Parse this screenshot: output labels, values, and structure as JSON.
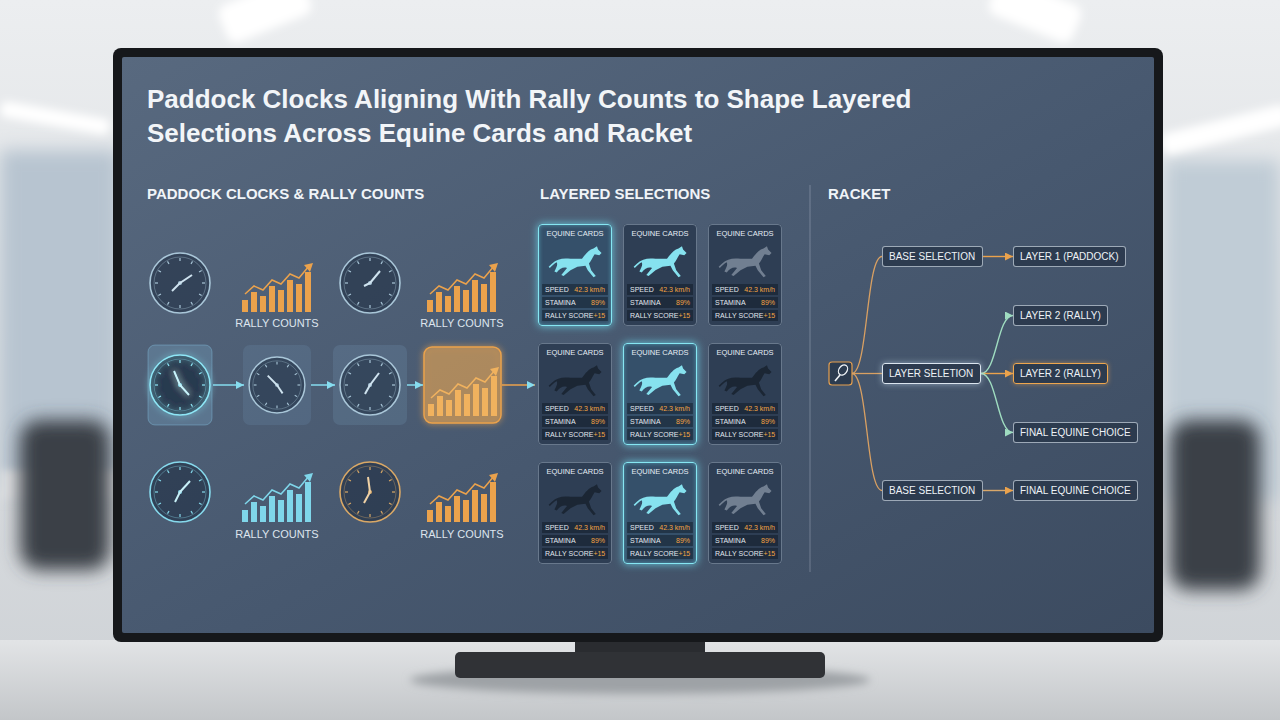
{
  "diagram": {
    "title": "Paddock Clocks Aligning With Rally Counts to Shape Layered Selections Across Equine Cards and Racket",
    "nodes": [
      {
        "text": [
          "EQUINE CARDS",
          "SPEED",
          "42.3 km/h",
          "STAMINA",
          "89%",
          "RALLY SCORE",
          "+15"
        ]
      },
      {
        "text": [
          "EQUINE CARDS",
          "SPEED",
          "42.3 km/h",
          "STAMINA",
          "89%",
          "RALLY SCORE",
          "+15"
        ]
      },
      {
        "text": [
          "EQUINE CARDS",
          "SPEED",
          "42.3 km/h",
          "STAMINA",
          "89%",
          "RALLY SCORE",
          "+15"
        ]
      },
      {
        "text": [
          "EQUINE CARDS",
          "SPEED",
          "42.3 km/h",
          "STAMINA",
          "89%",
          "RALLY SCORE",
          "+15"
        ]
      },
      {
        "text": [
          "EQUINE CARDS",
          "SPEED",
          "42.3 km/h",
          "STAMINA",
          "89%",
          "RALLY SCORE",
          "+15"
        ]
      },
      {
        "text": [
          "EQUINE CARDS",
          "SPEED",
          "42.3 km/h",
          "STAMINA",
          "89%",
          "RALLY SCORE",
          "+15"
        ]
      },
      {
        "text": [
          "EQUINE CARDS",
          "SPEED",
          "42.3 km/h",
          "STAMINA",
          "89%",
          "RALLY SCORE",
          "+15"
        ]
      },
      {
        "text": [
          "EQUINE CARDS",
          "SPEED",
          "42.3 km/h",
          "STAMINA",
          "89%",
          "RALLY SCORE",
          "+15"
        ]
      },
      {
        "text": [
          "EQUINE CARDS",
          "SPEED",
          "42.3 km/h",
          "STAMINA",
          "89%",
          "RALLY SCORE",
          "+15"
        ]
      },
      {
        "text": [
          "BASE SELECTION"
        ]
      },
      {
        "text": [
          "LAYER 1 (PADDOCK)"
        ]
      },
      {
        "text": [
          "LAYER 2 (RALLY)"
        ]
      },
      {
        "text": [
          "LAYER SELETION"
        ]
      },
      {
        "text": [
          "LAYER 2 (RALLY)"
        ]
      },
      {
        "text": [
          "FINAL EQUINE CHOICE"
        ]
      },
      {
        "text": [
          "BASE SELECTION"
        ]
      },
      {
        "text": [
          "FINAL EQUINE CHOICE"
        ]
      }
    ],
    "edges": [
      {
        "from": 9,
        "to": 10,
        "arrow": "to"
      },
      {
        "from": 12,
        "to": 11,
        "arrow": "to"
      },
      {
        "from": 12,
        "to": 13,
        "arrow": "to"
      },
      {
        "from": 12,
        "to": 14,
        "arrow": "to"
      },
      {
        "from": 15,
        "to": 16,
        "arrow": "to"
      }
    ],
    "labels": [
      "PADDOCK CLOCKS & RALLY COUNTS",
      "LAYERED SELECTIONS",
      "RACKET",
      "RALLY COUNTS",
      "RALLY COUNTS",
      "RALLY COUNTS",
      "RALLY COUNTS"
    ]
  }
}
